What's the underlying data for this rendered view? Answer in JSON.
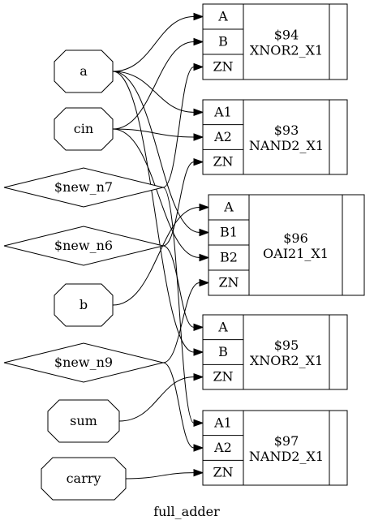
{
  "title": "full_adder",
  "ports": [
    {
      "id": "a",
      "label": "a"
    },
    {
      "id": "cin",
      "label": "cin"
    },
    {
      "id": "b",
      "label": "b"
    },
    {
      "id": "sum",
      "label": "sum"
    },
    {
      "id": "carry",
      "label": "carry"
    }
  ],
  "nets": [
    {
      "id": "new_n7",
      "label": "$new_n7"
    },
    {
      "id": "new_n6",
      "label": "$new_n6"
    },
    {
      "id": "new_n9",
      "label": "$new_n9"
    }
  ],
  "cells": [
    {
      "id": "c94",
      "name": "$94",
      "type": "XNOR2_X1",
      "pins": [
        "A",
        "B",
        "ZN"
      ]
    },
    {
      "id": "c93",
      "name": "$93",
      "type": "NAND2_X1",
      "pins": [
        "A1",
        "A2",
        "ZN"
      ]
    },
    {
      "id": "c96",
      "name": "$96",
      "type": "OAI21_X1",
      "pins": [
        "A",
        "B1",
        "B2",
        "ZN"
      ]
    },
    {
      "id": "c95",
      "name": "$95",
      "type": "XNOR2_X1",
      "pins": [
        "A",
        "B",
        "ZN"
      ]
    },
    {
      "id": "c97",
      "name": "$97",
      "type": "NAND2_X1",
      "pins": [
        "A1",
        "A2",
        "ZN"
      ]
    }
  ],
  "connections": [
    {
      "from": "a",
      "to": "c94.A"
    },
    {
      "from": "a",
      "to": "c93.A1"
    },
    {
      "from": "a",
      "to": "c96.B1"
    },
    {
      "from": "a",
      "to": "c95.B"
    },
    {
      "from": "cin",
      "to": "c94.B"
    },
    {
      "from": "cin",
      "to": "c93.A2"
    },
    {
      "from": "cin",
      "to": "c96.B2"
    },
    {
      "from": "new_n7",
      "to": "c94.ZN"
    },
    {
      "from": "new_n7",
      "to": "c97.A1"
    },
    {
      "from": "new_n6",
      "to": "c93.ZN"
    },
    {
      "from": "new_n6",
      "to": "c95.A"
    },
    {
      "from": "b",
      "to": "c96.A"
    },
    {
      "from": "new_n9",
      "to": "c96.ZN"
    },
    {
      "from": "new_n9",
      "to": "c97.A2"
    },
    {
      "from": "sum",
      "to": "c95.ZN"
    },
    {
      "from": "carry",
      "to": "c97.ZN"
    }
  ]
}
